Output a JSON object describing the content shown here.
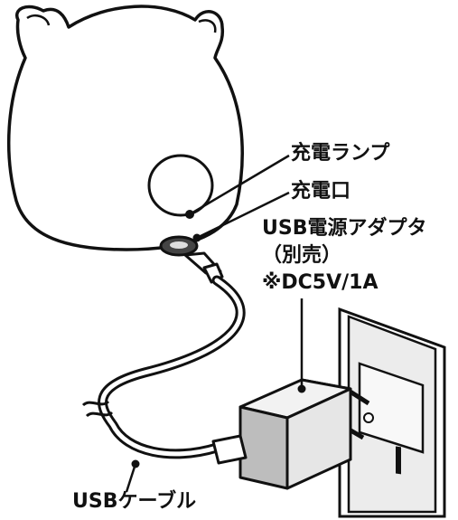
{
  "colors": {
    "outline": "#111111",
    "body_fill": "#ffffff",
    "adapter_fill": "#e6e6e6",
    "adapter_dark": "#bdbdbd",
    "wall_fill": "#ececec",
    "cable_fill": "#ffffff"
  },
  "labels": {
    "lamp": "充電ランプ",
    "port": "充電口",
    "adapter_line1": "USB電源アダプタ",
    "adapter_line2": "（別売）",
    "adapter_line3": "※DC5V/1A",
    "cable": "USBケーブル"
  }
}
